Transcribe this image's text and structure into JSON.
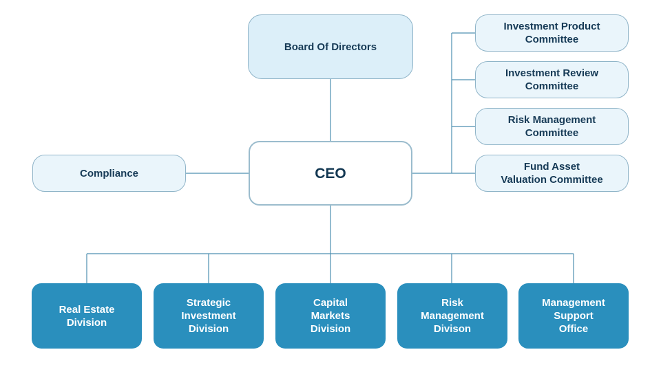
{
  "board": "Board Of Directors",
  "ceo": "CEO",
  "compliance": "Compliance",
  "committees": [
    "Investment Product\nCommittee",
    "Investment Review\nCommittee",
    "Risk Management\nCommittee",
    "Fund Asset\nValuation Committee"
  ],
  "divisions": [
    "Real Estate\nDivision",
    "Strategic\nInvestment\nDivision",
    "Capital\nMarkets\nDivision",
    "Risk\nManagement\nDivison",
    "Management\nSupport\nOffice"
  ],
  "colors": {
    "line": "#4e8fb1",
    "light_box": "#eaf5fb",
    "board_box": "#dceff9",
    "dark_box": "#2a8fbd",
    "dark_text": "#163a56"
  }
}
